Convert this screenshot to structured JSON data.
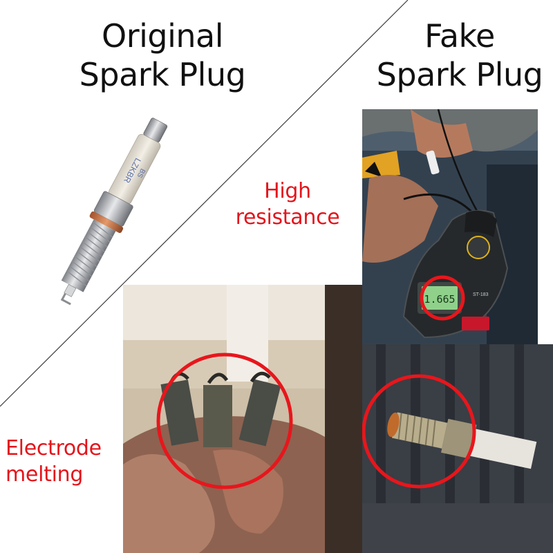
{
  "original": {
    "title_line1": "Original",
    "title_line2": "Spark Plug",
    "plug_print_line1": "LZKBR",
    "plug_print_line2": "BS"
  },
  "fake": {
    "title_line1": "Fake",
    "title_line2": "Spark Plug"
  },
  "annotations": {
    "high_resistance_line1": "High",
    "high_resistance_line2": "resistance",
    "electrode_melting_line1": "Electrode",
    "electrode_melting_line2": "melting"
  },
  "multimeter": {
    "display_reading": "1.665",
    "model_label": "ST-183"
  },
  "colors": {
    "label_red": "#e4141b",
    "circle_red": "#e8161c",
    "title_black": "#111111"
  }
}
